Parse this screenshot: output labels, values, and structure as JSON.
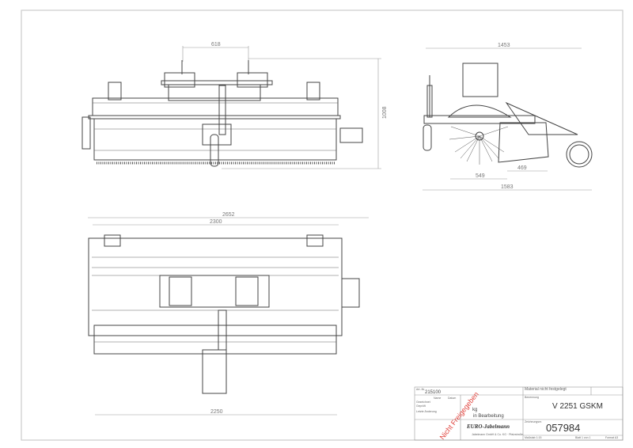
{
  "dimensions": {
    "front_spacing": "618",
    "front_height": "1008",
    "side_width_top": "1453",
    "side_brush": "549",
    "side_box": "469",
    "side_total": "1583",
    "top_total": "2652",
    "top_width": "2300",
    "top_bottom": "2250"
  },
  "title_block": {
    "article_label": "Art.-Nr.",
    "article_number": "215100",
    "name_label": "Name",
    "date_label": "Datum",
    "drawn_label": "Gezeichnet",
    "checked_label": "Geprüft",
    "last_change_label": "Letzte Änderung",
    "weight_value": "kg",
    "status": "in Bearbeitung",
    "material": "Material nicht festgelegt",
    "designation_label": "Benennung",
    "designation": "V 2251 GSKM",
    "drawing_no_label": "Zeichnungsnr.",
    "drawing_number": "057984",
    "company": "EURO-Jabelmann",
    "company_address": "Jabelmann GmbH & Co. KG · Pfalzstraße",
    "watermark": "Nicht Freigegeben",
    "scale": "Maßstab 1:15",
    "sheet": "Blatt 1 von 1",
    "format": "Format A3"
  },
  "colors": {
    "line": "#444444",
    "dimension": "#9a9a9a",
    "watermark": "#e0403a"
  }
}
